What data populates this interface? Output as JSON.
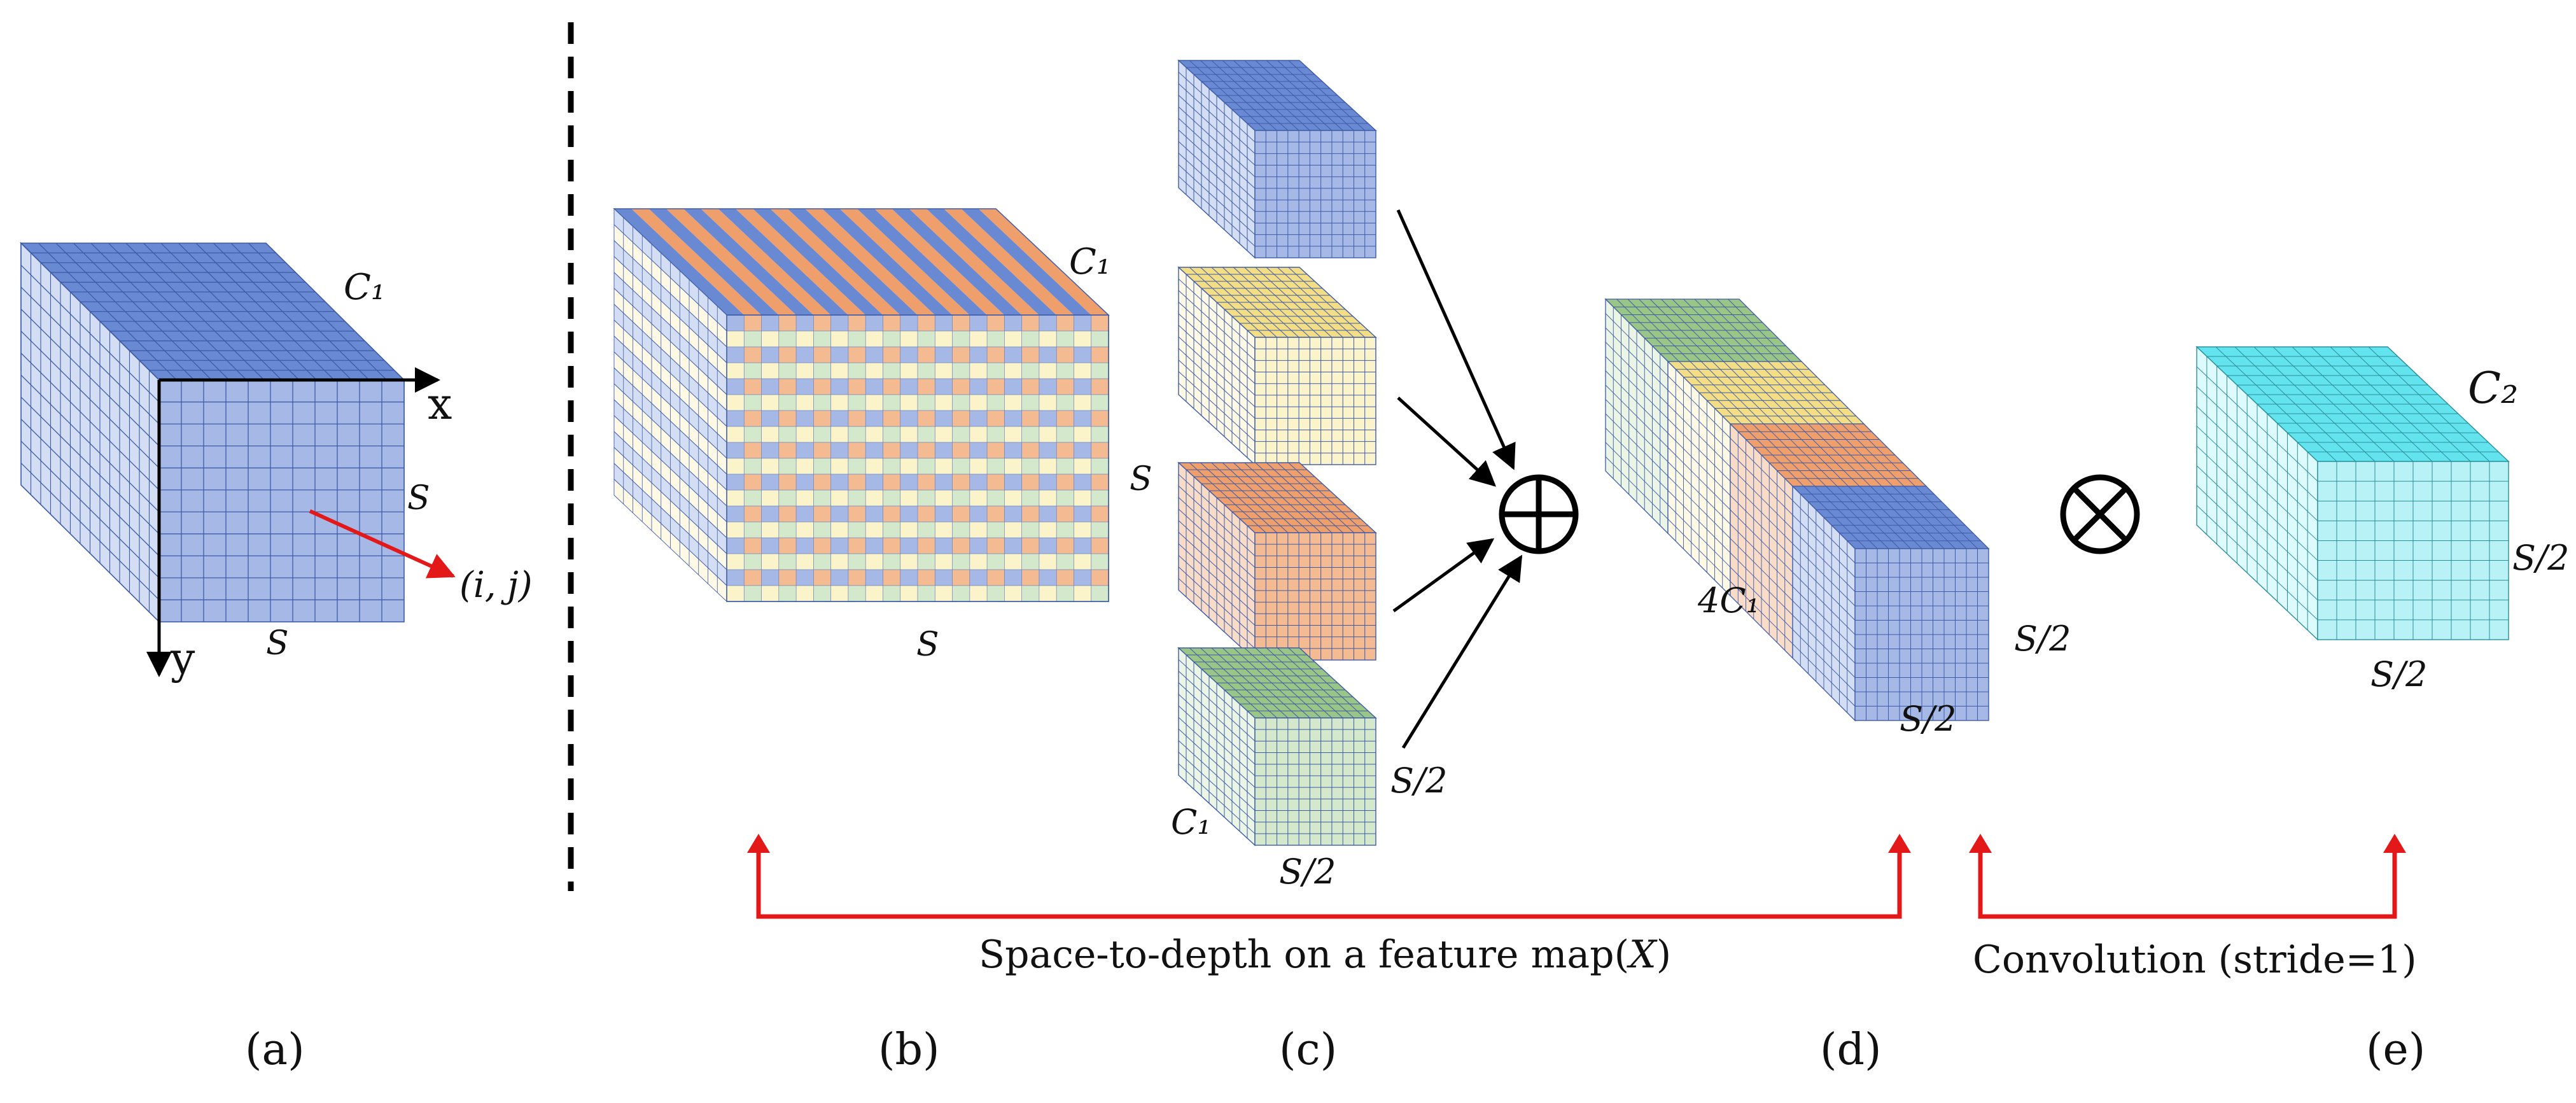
{
  "colors": {
    "blue_top": "#6a89d3",
    "blue_front": "#a6b8e6",
    "blue_side": "#d3ddf4",
    "yellow_top": "#f3de86",
    "yellow_front": "#fbf4cb",
    "yellow_side": "#fdf9e4",
    "orange_top": "#ef9f6b",
    "orange_front": "#f4bb92",
    "orange_side": "#f9dcc8",
    "green_top": "#99c687",
    "green_front": "#d4e8cc",
    "green_side": "#ebf5e6",
    "cyan_top": "#63e3ee",
    "cyan_front": "#b8f2f6",
    "cyan_side": "#ddfafc",
    "arrow_red": "#e31818",
    "grid_line": "#3d5ba8"
  },
  "panel_a": {
    "caption": "(a)",
    "channel_label": "C₁",
    "x_axis_label": "x",
    "y_axis_label": "y",
    "side_label": "S",
    "bottom_label": "S",
    "point_label": "(i, j)"
  },
  "panel_b": {
    "caption": "(b)",
    "channel_label": "C₁",
    "side_label": "S",
    "bottom_label": "S"
  },
  "panel_c": {
    "caption": "(c)",
    "channel_label": "C₁",
    "side_label": "S/2",
    "bottom_label": "S/2"
  },
  "panel_d": {
    "caption": "(d)",
    "channel_label": "4C₁",
    "side_label": "S/2",
    "bottom_label": "S/2"
  },
  "panel_e": {
    "caption": "(e)",
    "channel_label": "C₂",
    "side_label": "S/2",
    "bottom_label": "S/2"
  },
  "operators": {
    "concat_symbol": "⊕",
    "conv_symbol": "⊗"
  },
  "brackets": {
    "space_to_depth_label": "Space-to-depth on a feature map(",
    "space_to_depth_var": "X",
    "space_to_depth_close": ")",
    "convolution_label": "Convolution (stride=1)"
  }
}
